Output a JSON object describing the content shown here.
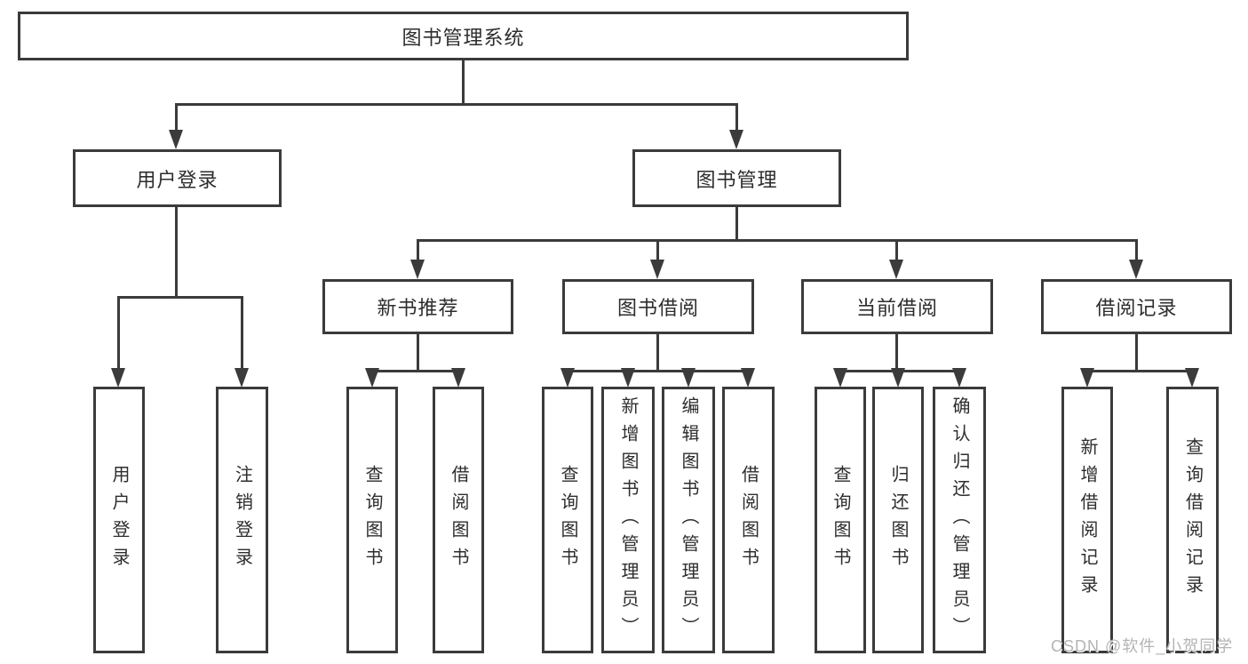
{
  "title": "图书管理系统",
  "tree": {
    "root": {
      "label": "图书管理系统"
    },
    "branches": [
      {
        "label": "用户登录",
        "children": [
          {
            "label": "用户登录"
          },
          {
            "label": "注销登录"
          }
        ]
      },
      {
        "label": "图书管理",
        "children": [
          {
            "label": "新书推荐",
            "children": [
              {
                "label": "查询图书"
              },
              {
                "label": "借阅图书"
              }
            ]
          },
          {
            "label": "图书借阅",
            "children": [
              {
                "label": "查询图书"
              },
              {
                "label": "新增图书（管理员）"
              },
              {
                "label": "编辑图书（管理员）"
              },
              {
                "label": "借阅图书"
              }
            ]
          },
          {
            "label": "当前借阅",
            "children": [
              {
                "label": "查询图书"
              },
              {
                "label": "归还图书"
              },
              {
                "label": "确认归还（管理员）"
              }
            ]
          },
          {
            "label": "借阅记录",
            "children": [
              {
                "label": "新增借阅记录"
              },
              {
                "label": "查询借阅记录"
              }
            ]
          }
        ]
      }
    ]
  },
  "watermark": {
    "text": "CSDN @软件_小贺同学"
  },
  "colors": {
    "line": "#3b3b3b",
    "text": "#2d2d2d",
    "watermark": "#b4b4b4",
    "background": "#ffffff"
  }
}
